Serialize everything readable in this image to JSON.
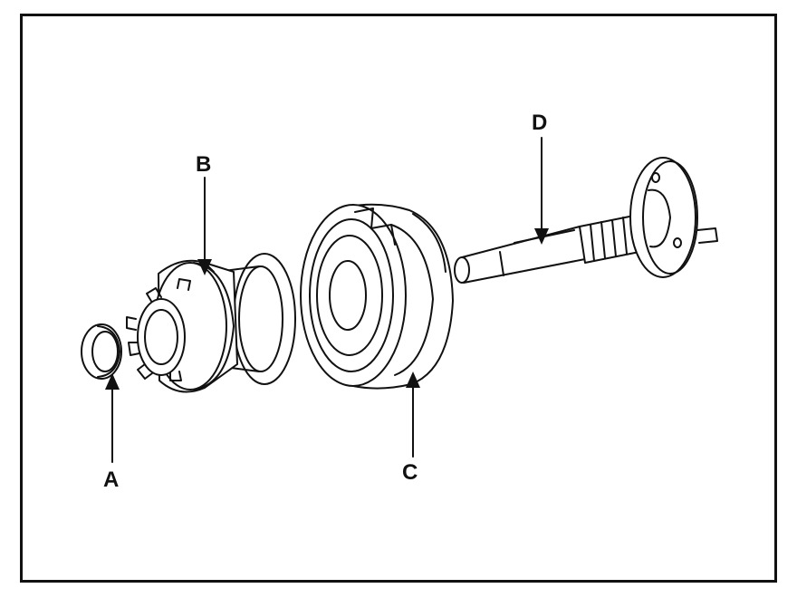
{
  "callouts": [
    {
      "key": "a",
      "text": "A"
    },
    {
      "key": "b",
      "text": "B"
    },
    {
      "key": "c",
      "text": "C"
    },
    {
      "key": "d",
      "text": "D"
    }
  ],
  "colors": {
    "line": "#111111",
    "fill": "#ffffff",
    "frame": "#111111"
  }
}
